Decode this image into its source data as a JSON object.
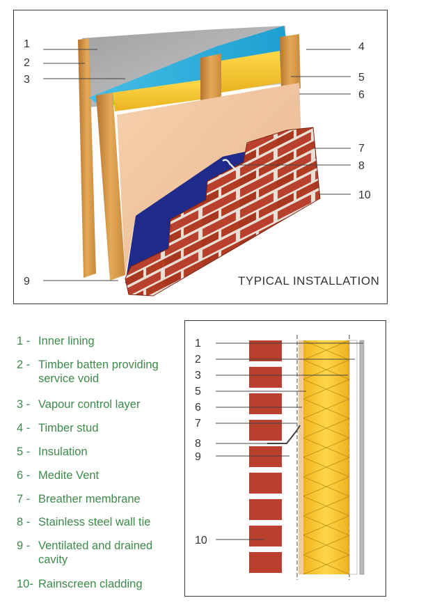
{
  "figure": {
    "caption": "TYPICAL INSTALLATION",
    "top_callouts": [
      "1",
      "2",
      "3",
      "4",
      "5",
      "6",
      "7",
      "8",
      "10",
      "9"
    ],
    "section_callouts": [
      "1",
      "2",
      "3",
      "5",
      "6",
      "7",
      "8",
      "9",
      "10"
    ]
  },
  "legend": [
    {
      "num": "1 -",
      "text": "Inner lining"
    },
    {
      "num": "2 -",
      "text": "Timber batten providing service void"
    },
    {
      "num": "3 -",
      "text": "Vapour control layer"
    },
    {
      "num": "4 -",
      "text": "Timber stud"
    },
    {
      "num": "5 -",
      "text": "Insulation"
    },
    {
      "num": "6 -",
      "text": "Medite Vent"
    },
    {
      "num": "7 -",
      "text": "Breather membrane"
    },
    {
      "num": "8 -",
      "text": "Stainless steel wall tie"
    },
    {
      "num": "9 -",
      "text": "Ventilated and drained cavity"
    },
    {
      "num": "10-",
      "text": "Rainscreen cladding"
    }
  ],
  "colors": {
    "label_green": "#3d8a4a",
    "brick": "#b8402c",
    "insulation": "#f2c12e",
    "timber": "#d59a45",
    "vapour_layer": "#2aa8d8",
    "board": "#f2c29a",
    "membrane": "#1f2a8a"
  }
}
